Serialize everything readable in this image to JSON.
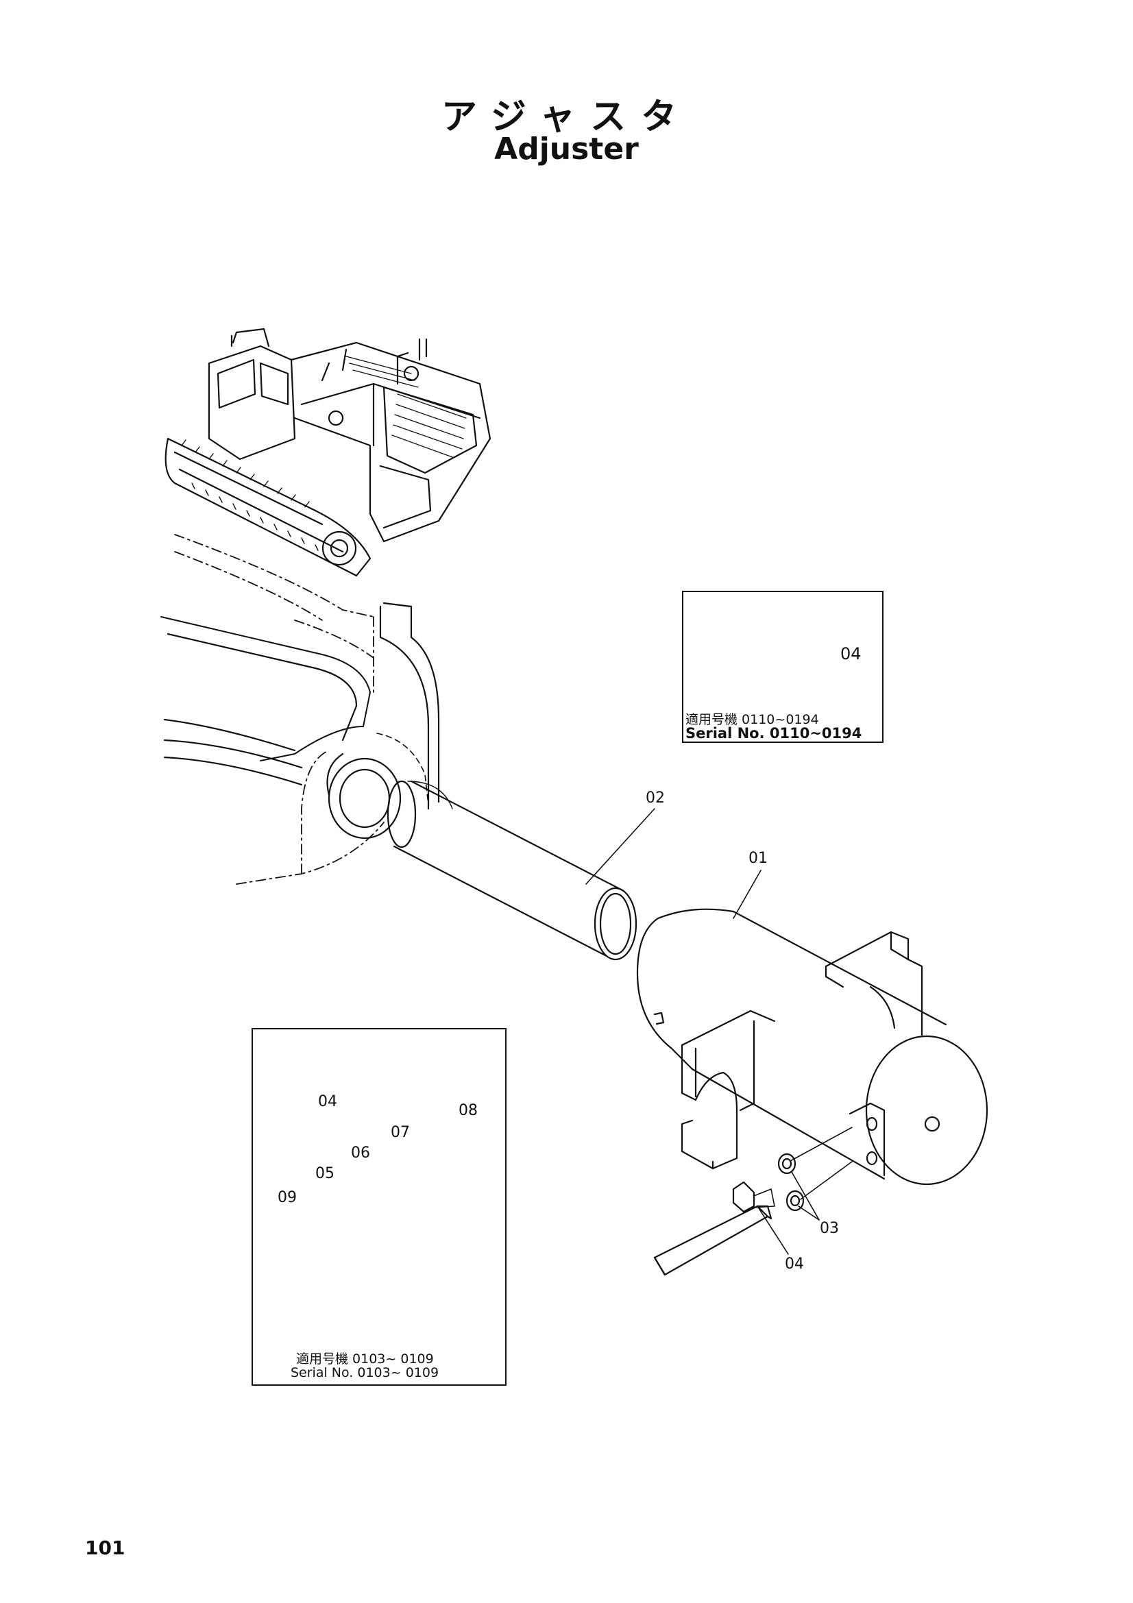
{
  "title": {
    "jp": "アジャスタ",
    "en": "Adjuster"
  },
  "inset_top": {
    "part": "04",
    "serial_jp": "適用号機  0110~0194",
    "serial_en": "Serial No. 0110~0194"
  },
  "main_labels": {
    "p01": "01",
    "p02": "02",
    "p03": "03",
    "p04": "04"
  },
  "inset_bottom": {
    "p04": "04",
    "p05": "05",
    "p06": "06",
    "p07": "07",
    "p08": "08",
    "p09": "09",
    "serial_jp": "適用号機  0103~ 0109",
    "serial_en": "Serial No. 0103~ 0109"
  },
  "page_number": "101"
}
